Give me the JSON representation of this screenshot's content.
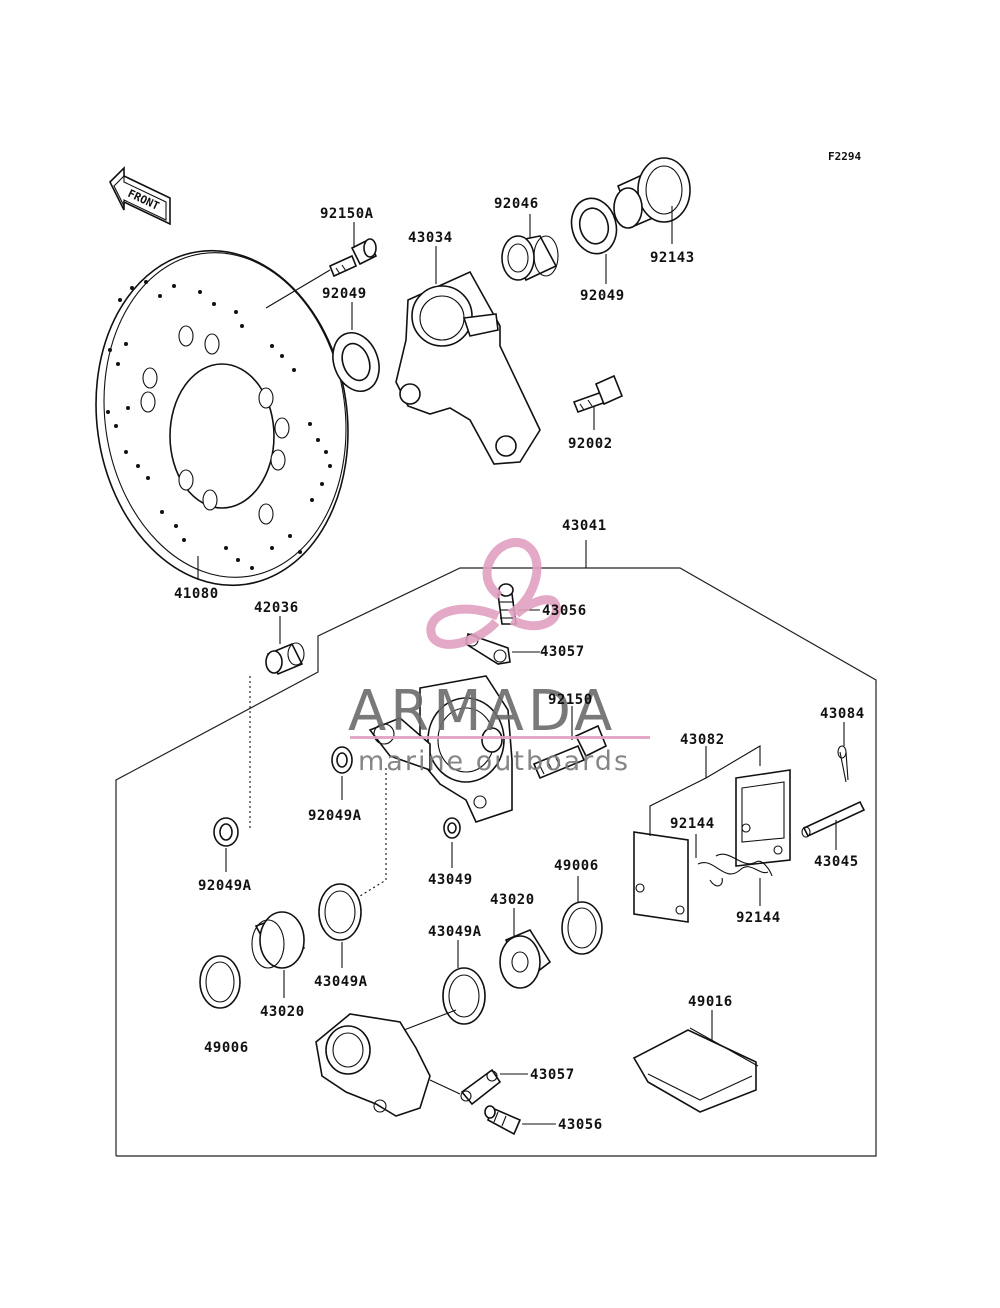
{
  "figure_id": "F2294",
  "front_label": "FRONT",
  "parts": {
    "p92150A": "92150A",
    "p92046": "92046",
    "p43034": "43034",
    "p92049_top": "92049",
    "p92049_right": "92049",
    "p92143": "92143",
    "p92002": "92002",
    "p41080": "41080",
    "p43041": "43041",
    "p42036": "42036",
    "p43056_top": "43056",
    "p43057_top": "43057",
    "p92150": "92150",
    "p43084": "43084",
    "p43082": "43082",
    "p92049A_mid": "92049A",
    "p92144_a": "92144",
    "p43045": "43045",
    "p92144_b": "92144",
    "p43049": "43049",
    "p49006_right": "49006",
    "p92049A_low": "92049A",
    "p43020_right": "43020",
    "p43049A_right": "43049A",
    "p43049A_left": "43049A",
    "p43020_left": "43020",
    "p49016": "49016",
    "p49006_left": "49006",
    "p43057_bottom": "43057",
    "p43056_bottom": "43056"
  },
  "watermark": {
    "brand": "ARMADA",
    "tagline": "marine outboards",
    "color_logo": "#e0a0c0",
    "color_text": "#6b6b6b"
  }
}
